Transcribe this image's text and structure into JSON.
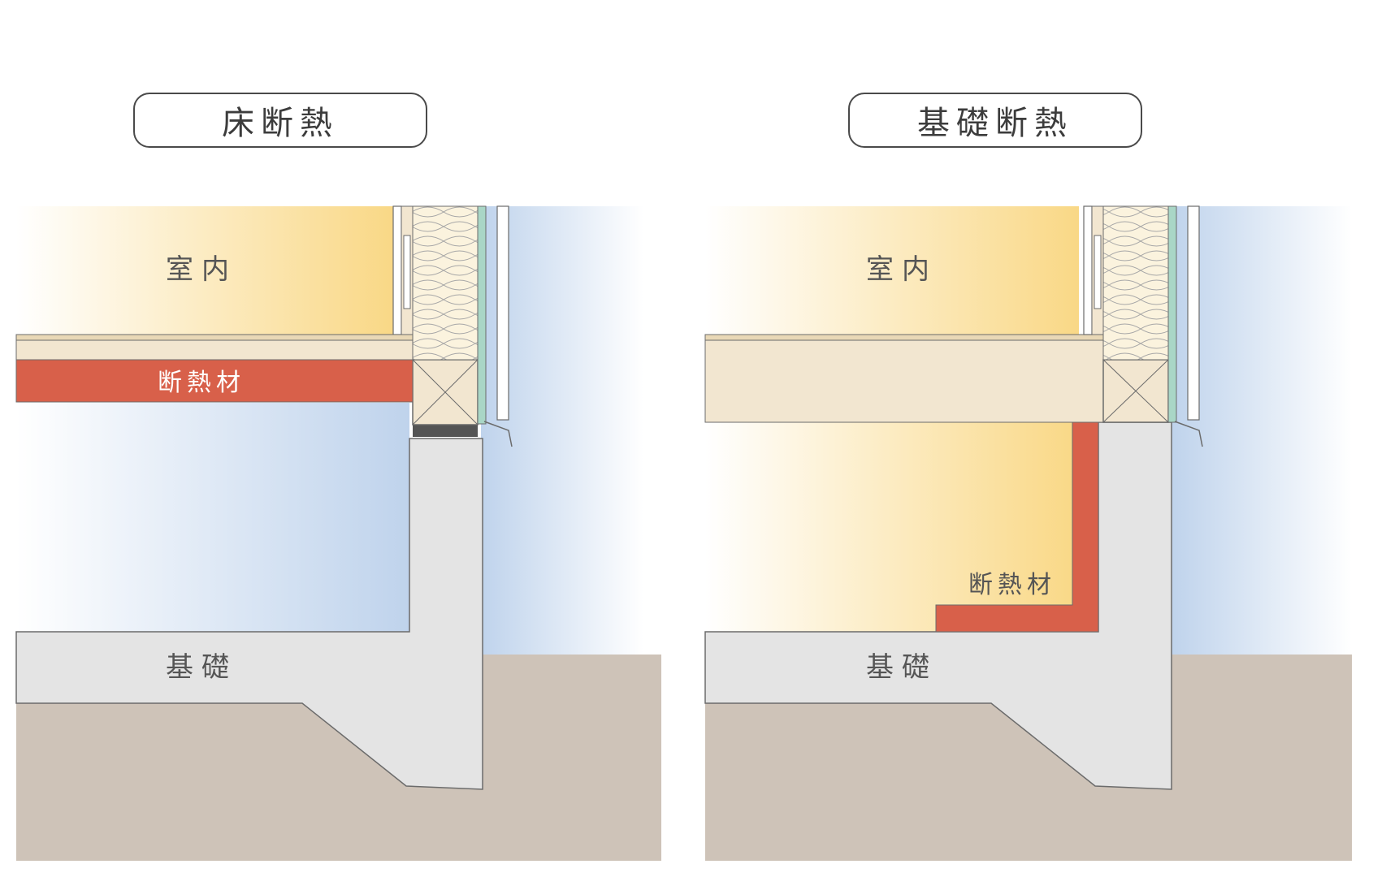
{
  "left_panel": {
    "title": "床断熱",
    "labels": {
      "indoor": "室内",
      "insulation": "断熱材",
      "foundation": "基礎"
    }
  },
  "right_panel": {
    "title": "基礎断熱",
    "labels": {
      "indoor": "室内",
      "insulation": "断熱材",
      "foundation": "基礎"
    }
  },
  "colors": {
    "indoor_warm": "#f9d886",
    "outdoor_cool": "#bfd3ec",
    "insulation": "#d8604a",
    "concrete": "#e4e4e4",
    "ground": "#cec3b8",
    "wood": "#f2e6d0",
    "packing": "#555555",
    "board": "#a9d6c6",
    "outline": "#6b6b6b"
  }
}
